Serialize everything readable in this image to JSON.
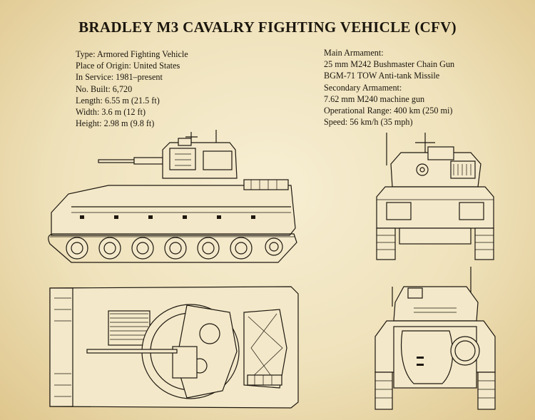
{
  "title": "BRADLEY M3 CAVALRY FIGHTING VEHICLE (CFV)",
  "specs_left": [
    "Type: Armored Fighting Vehicle",
    "Place of Origin: United States",
    "In Service: 1981–present",
    "No. Built: 6,720",
    "Length:  6.55 m (21.5 ft)",
    "Width: 3.6 m (12 ft)",
    "Height: 2.98 m (9.8 ft)"
  ],
  "specs_right": [
    "Main Armament:",
    "25 mm M242 Bushmaster Chain Gun",
    "BGM-71 TOW Anti-tank Missile",
    "Secondary Armament:",
    "7.62 mm M240 machine gun",
    "Operational Range: 400 km (250 mi)",
    "Speed: 56 km/h (35 mph)"
  ],
  "drawings": {
    "side_view_icon": "vehicle-side-view",
    "top_view_icon": "vehicle-top-view",
    "front_view_icon": "vehicle-front-view",
    "rear_view_icon": "vehicle-rear-view",
    "line_color": "#1d170f",
    "paper_color": "#efe2bb"
  }
}
